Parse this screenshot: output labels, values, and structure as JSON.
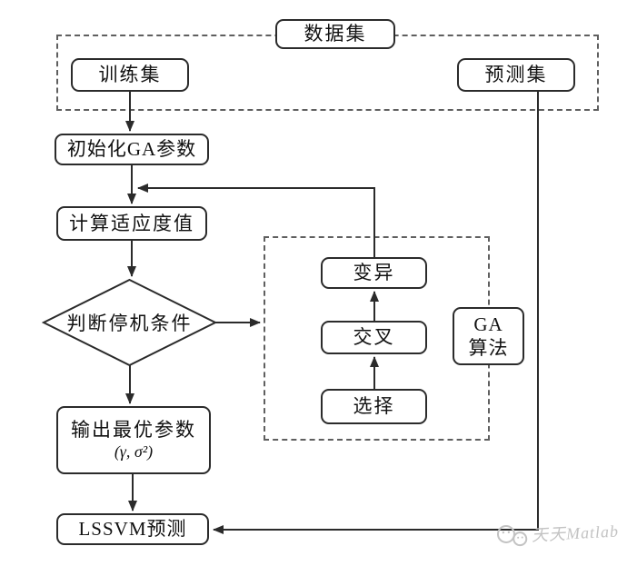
{
  "diagram": {
    "nodes": {
      "dataset": "数据集",
      "train": "训练集",
      "predict": "预测集",
      "init_ga": "初始化GA参数",
      "fitness": "计算适应度值",
      "decision": "判断停机条件",
      "output_line1": "输出最优参数",
      "output_line2": "(γ, σ²)",
      "lssvm": "LSSVM预测",
      "mutation": "变异",
      "crossover": "交叉",
      "selection": "选择",
      "ga_line1": "GA",
      "ga_line2": "算法"
    },
    "watermark": "天天Matlab",
    "colors": {
      "stroke": "#2b2b2b",
      "dashed_border": "#5f5f5f",
      "watermark": "#c3c3c3",
      "background": "#ffffff"
    }
  }
}
